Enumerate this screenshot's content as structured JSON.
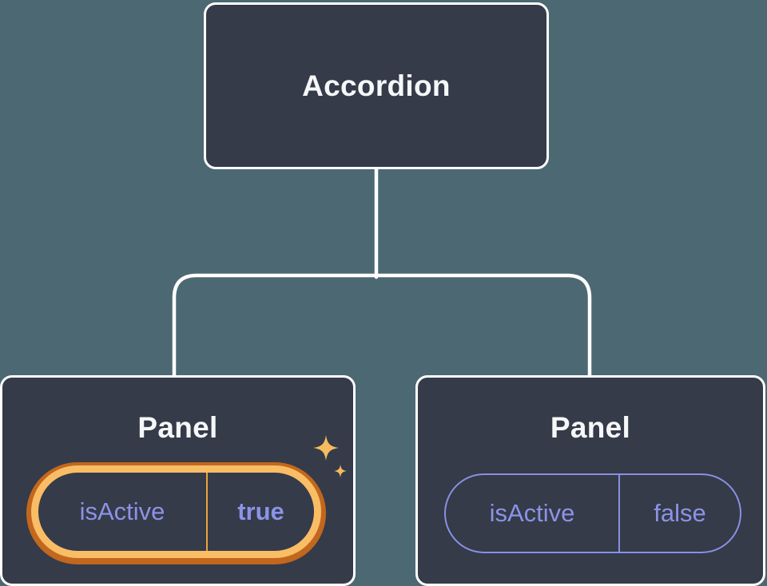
{
  "colors": {
    "background": "#4C6973",
    "nodeFill": "#353B48",
    "nodeBorder": "#FFFFFF",
    "connector": "#FFFFFF",
    "titleText": "#F6F7F9",
    "purpleText": "#8B93E8",
    "purpleBorder": "#8890E4",
    "orangeLight": "#F9BD66",
    "orangeDark": "#C2671E",
    "orangeDivider": "#EDA33D",
    "sparkle": "#F6BB5F"
  },
  "tree": {
    "root": {
      "label": "Accordion"
    },
    "children": [
      {
        "label": "Panel",
        "prop_name": "isActive",
        "prop_value": "true",
        "active": true,
        "highlight": "orange-glow-with-sparkles"
      },
      {
        "label": "Panel",
        "prop_name": "isActive",
        "prop_value": "false",
        "active": false
      }
    ]
  }
}
